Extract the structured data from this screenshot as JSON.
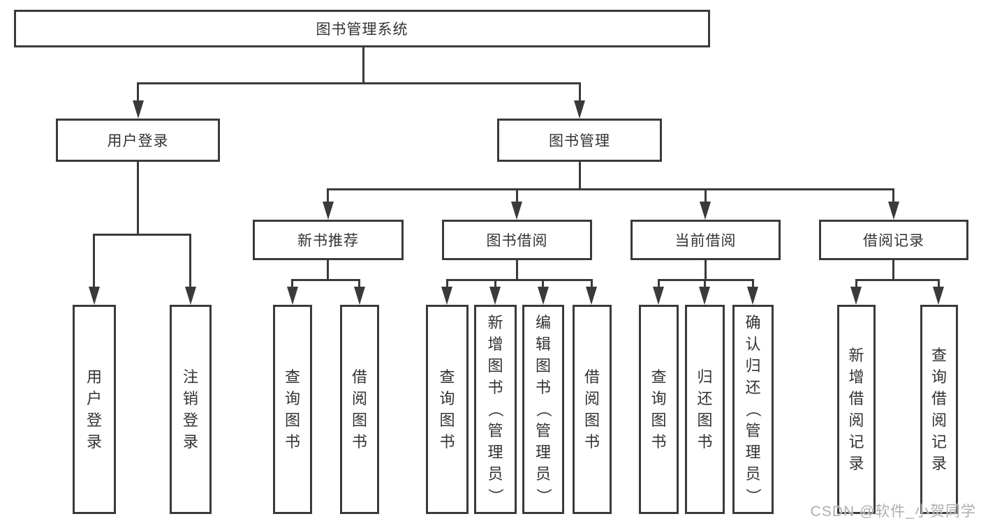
{
  "colors": {
    "line": "#3a3a3a",
    "text": "#333333",
    "background": "#ffffff",
    "watermark": "#aeaeae"
  },
  "watermark": {
    "text": "CSDN @软件_小贺同学"
  },
  "diagram": {
    "root": {
      "label": "图书管理系统"
    },
    "level2": [
      {
        "label": "用户登录",
        "parent": "图书管理系统"
      },
      {
        "label": "图书管理",
        "parent": "图书管理系统"
      }
    ],
    "level3": [
      {
        "label": "新书推荐",
        "parent": "图书管理"
      },
      {
        "label": "图书借阅",
        "parent": "图书管理"
      },
      {
        "label": "当前借阅",
        "parent": "图书管理"
      },
      {
        "label": "借阅记录",
        "parent": "图书管理"
      }
    ],
    "leaves": [
      {
        "label": "用户登录",
        "parent": "用户登录"
      },
      {
        "label": "注销登录",
        "parent": "用户登录"
      },
      {
        "label": "查询图书",
        "parent": "新书推荐"
      },
      {
        "label": "借阅图书",
        "parent": "新书推荐"
      },
      {
        "label": "查询图书",
        "parent": "图书借阅"
      },
      {
        "label": "新增图书（管理员）",
        "parent": "图书借阅"
      },
      {
        "label": "编辑图书（管理员）",
        "parent": "图书借阅"
      },
      {
        "label": "借阅图书",
        "parent": "图书借阅"
      },
      {
        "label": "查询图书",
        "parent": "当前借阅"
      },
      {
        "label": "归还图书",
        "parent": "当前借阅"
      },
      {
        "label": "确认归还（管理员）",
        "parent": "当前借阅"
      },
      {
        "label": "新增借阅记录",
        "parent": "借阅记录"
      },
      {
        "label": "查询借阅记录",
        "parent": "借阅记录"
      }
    ]
  }
}
